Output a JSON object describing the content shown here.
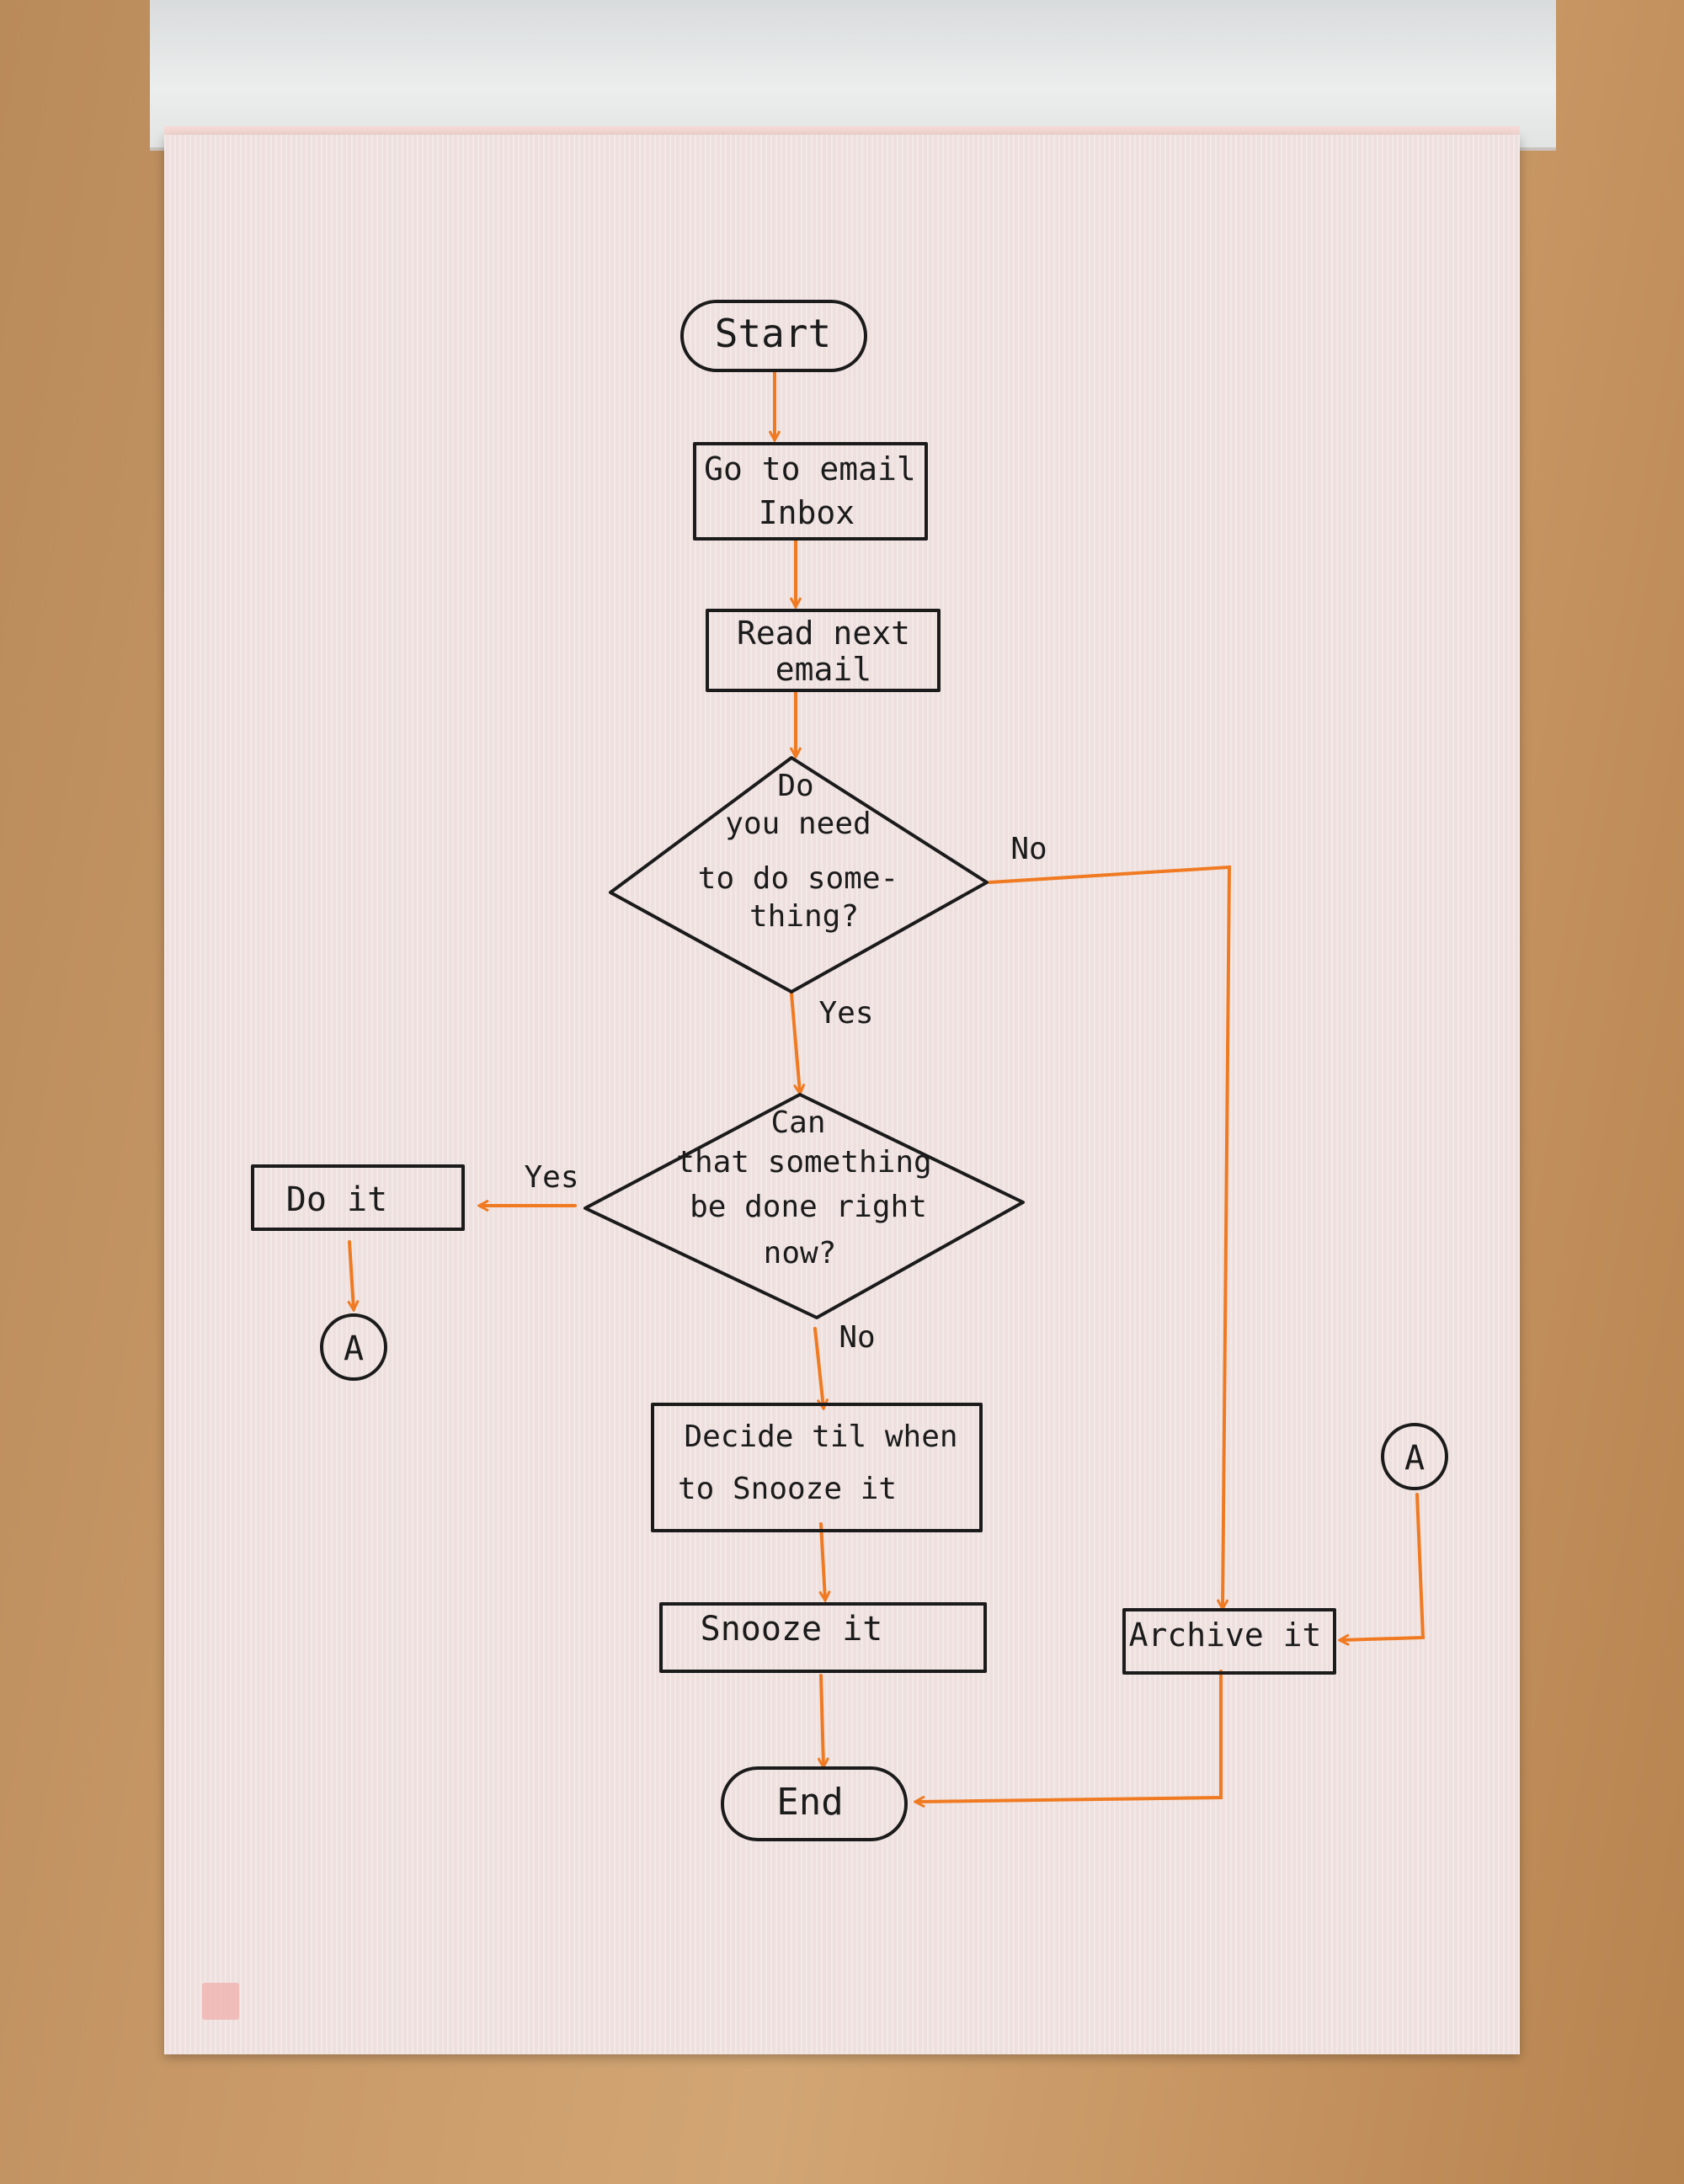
{
  "diagram": {
    "nodes": {
      "start": "Start",
      "go_to_inbox": [
        "Go to email",
        "Inbox"
      ],
      "read_next": [
        "Read next",
        "email"
      ],
      "decision_need": [
        "Do",
        "you need",
        "to do some-",
        "thing?"
      ],
      "decision_now": [
        "Can",
        "that something",
        "be done right",
        "now?"
      ],
      "do_it": "Do it",
      "connector_a_left": "A",
      "decide_snooze": [
        "Decide til when",
        "to Snooze it"
      ],
      "snooze": "Snooze it",
      "connector_a_right": "A",
      "archive": "Archive it",
      "end": "End"
    },
    "edge_labels": {
      "need_no": "No",
      "need_yes": "Yes",
      "now_yes": "Yes",
      "now_no": "No"
    },
    "colors": {
      "arrow": "#f07a22",
      "ink": "#1b1b1b"
    }
  }
}
